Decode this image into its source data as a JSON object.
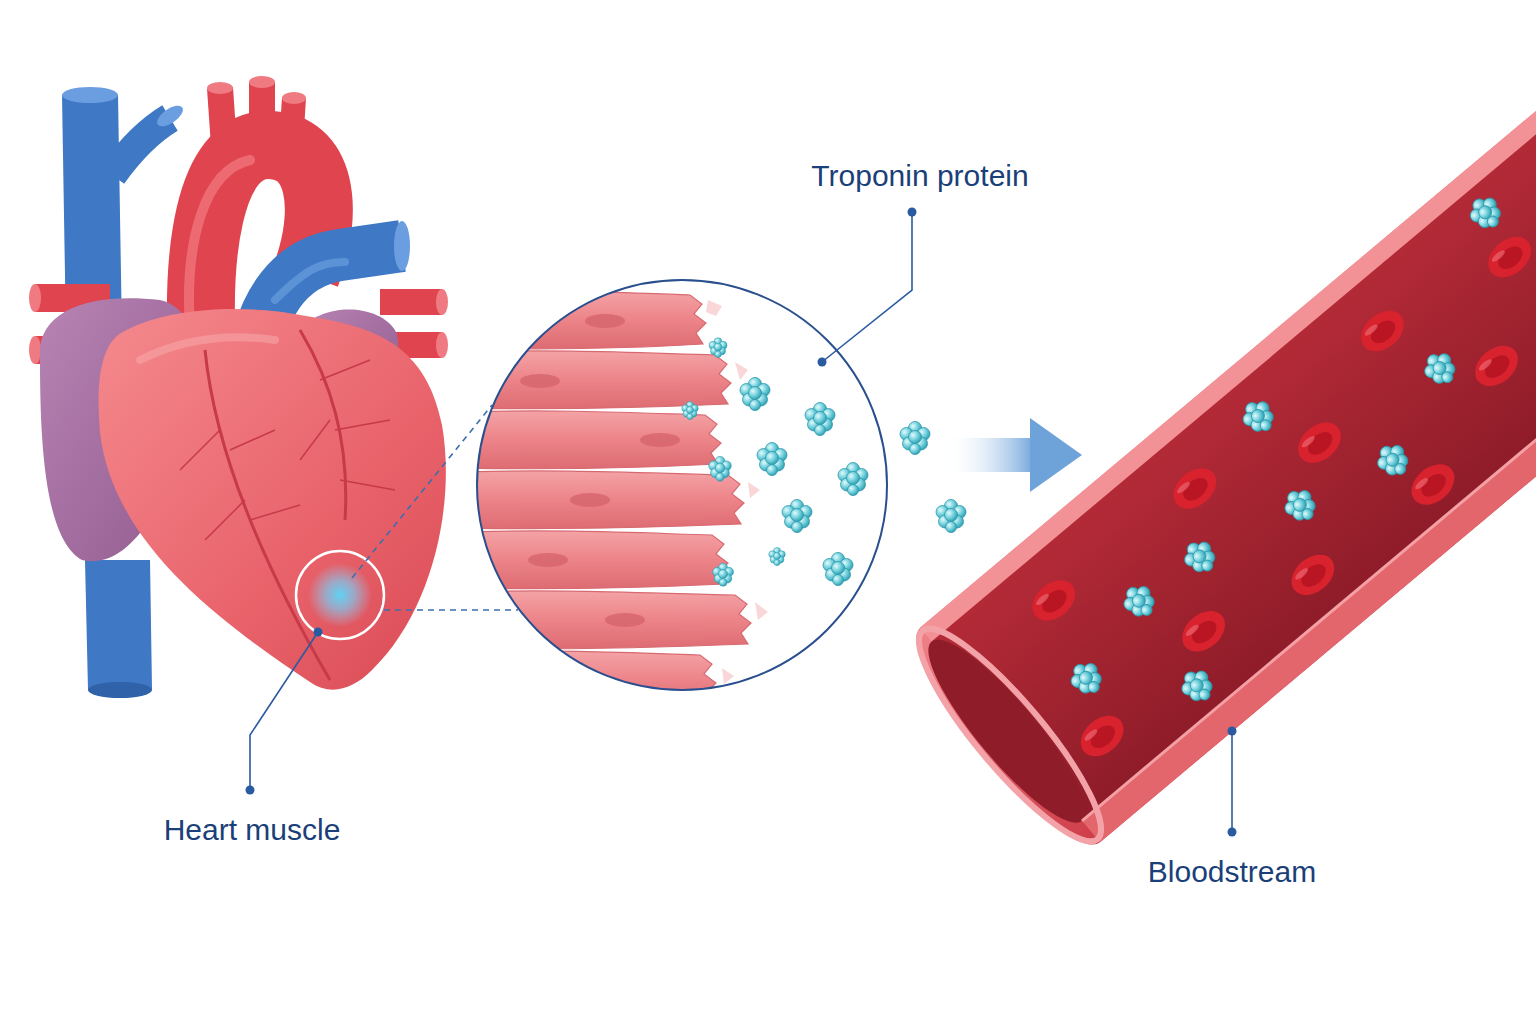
{
  "diagram": {
    "labels": [
      "Troponin protein",
      "Heart muscle",
      "Bloodstream"
    ]
  }
}
